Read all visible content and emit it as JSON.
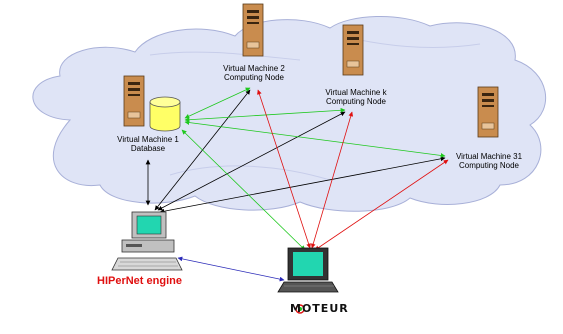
{
  "nodes": {
    "vm1": {
      "name": "Virtual Machine 1",
      "role": "Database"
    },
    "vm2": {
      "name": "Virtual Machine 2",
      "role": "Computing Node"
    },
    "vmk": {
      "name": "Virtual Machine k",
      "role": "Computing Node"
    },
    "vm31": {
      "name": "Virtual Machine 31",
      "role": "Computing Node"
    }
  },
  "engine_label": "HIPerNet engine",
  "logo_text": "MOTEUR",
  "colors": {
    "cloud_fill": "#dfe4f6",
    "cloud_stroke": "#a8b0d8",
    "server_body": "#c98c4e",
    "database": "#ffff66",
    "screen": "#22d6b0",
    "black_link": "#000000",
    "green_link": "#1ec81e",
    "red_link": "#e01010",
    "blue_link": "#2a2ab8",
    "engine_text": "#e01010"
  }
}
